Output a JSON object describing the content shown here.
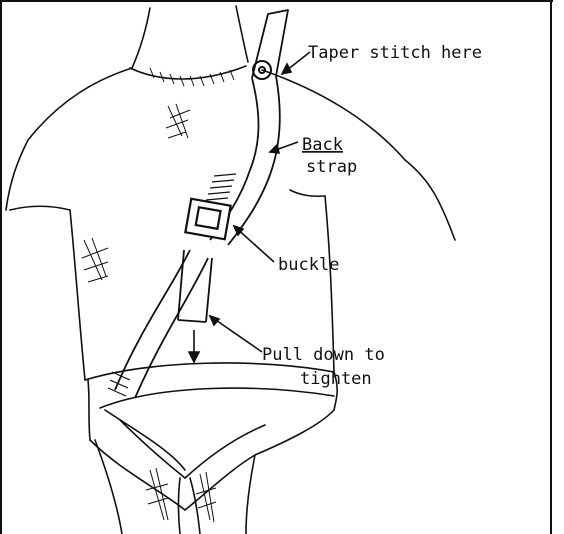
{
  "diagram": {
    "labels": {
      "taper_stitch": "Taper stitch here",
      "back_strap_line1": "Back",
      "back_strap_line2": "strap",
      "buckle": "buckle",
      "pull_line1": "Pull down to",
      "pull_line2": "tighten"
    },
    "colors": {
      "ink": "#111111",
      "paper": "#ffffff"
    }
  }
}
